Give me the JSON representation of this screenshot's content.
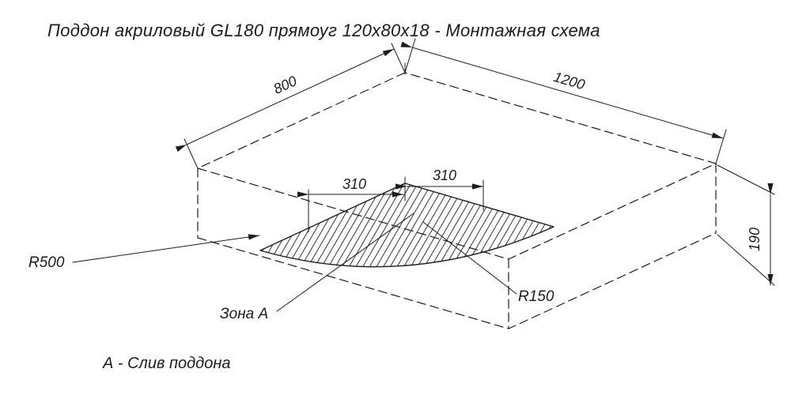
{
  "title": "Поддон акриловый  GL180 прямоуг 120x80x18 - Монтажная схема",
  "footnote": "А - Слив поддона",
  "dimensions": {
    "width": "800",
    "length": "1200",
    "drain_offset_left": "310",
    "drain_offset_right": "310",
    "height": "190"
  },
  "labels": {
    "radius_large": "R500",
    "radius_small": "R150",
    "drain_zone": "Зона А"
  },
  "colors": {
    "line": "#1c1c1c",
    "background": "#ffffff"
  }
}
